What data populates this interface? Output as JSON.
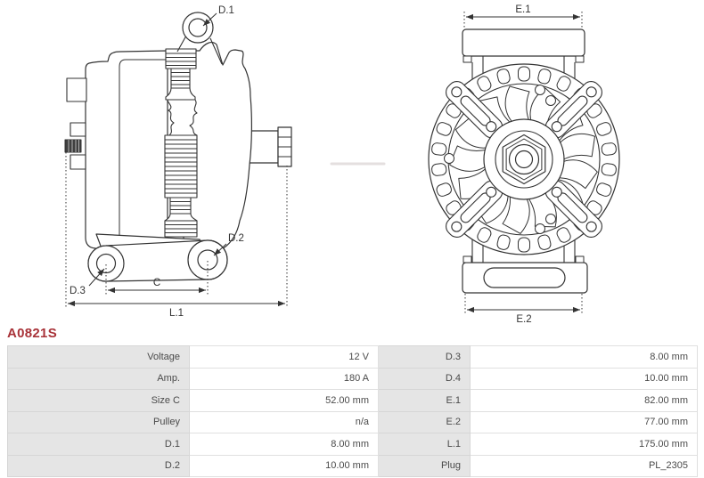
{
  "header": {
    "part_number": "A0821S",
    "accent_color": "#A83238"
  },
  "diagram": {
    "line_color": "#333333",
    "side_view": {
      "labels": {
        "d1": "D.1",
        "d2": "D.2",
        "d3": "D.3",
        "c": "C",
        "l1": "L.1"
      }
    },
    "front_view": {
      "labels": {
        "e1": "E.1",
        "e2": "E.2"
      }
    }
  },
  "table": {
    "rows": [
      {
        "c0": "Voltage",
        "c1": "12 V",
        "c2": "D.3",
        "c3": "8.00 mm"
      },
      {
        "c0": "Amp.",
        "c1": "180 A",
        "c2": "D.4",
        "c3": "10.00 mm"
      },
      {
        "c0": "Size C",
        "c1": "52.00 mm",
        "c2": "E.1",
        "c3": "82.00 mm"
      },
      {
        "c0": "Pulley",
        "c1": "n/a",
        "c2": "E.2",
        "c3": "77.00 mm"
      },
      {
        "c0": "D.1",
        "c1": "8.00 mm",
        "c2": "L.1",
        "c3": "175.00 mm"
      },
      {
        "c0": "D.2",
        "c1": "10.00 mm",
        "c2": "Plug",
        "c3": "PL_2305"
      }
    ]
  }
}
